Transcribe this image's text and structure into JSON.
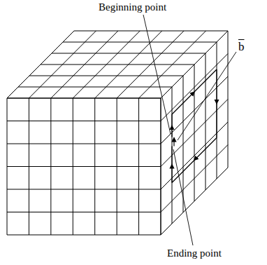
{
  "diagram": {
    "labels": [
      "Beginning point",
      "Ending point",
      "b"
    ]
  }
}
